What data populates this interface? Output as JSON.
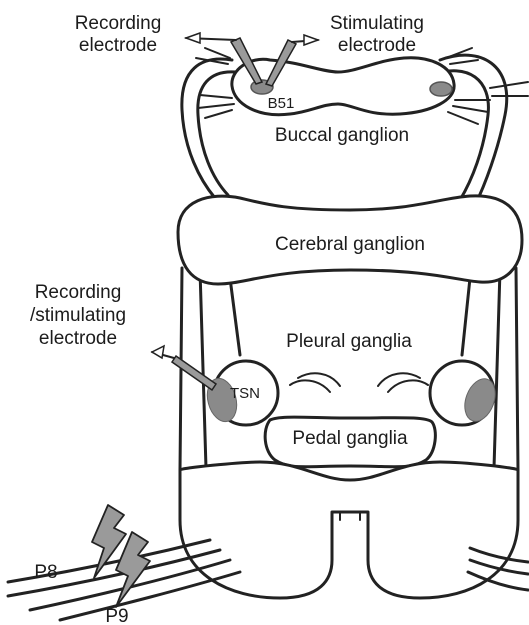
{
  "labels": {
    "recording_electrode_line1": "Recording",
    "recording_electrode_line2": "electrode",
    "stimulating_electrode_line1": "Stimulating",
    "stimulating_electrode_line2": "electrode",
    "b51": "B51",
    "buccal_ganglion": "Buccal ganglion",
    "cerebral_ganglion": "Cerebral ganglion",
    "rec_stim_line1": "Recording",
    "rec_stim_line2": "/stimulating",
    "rec_stim_line3": "electrode",
    "pleural_ganglia": "Pleural ganglia",
    "tsn": "TSN",
    "pedal_ganglia": "Pedal ganglia",
    "p8": "P8",
    "p9": "P9"
  },
  "colors": {
    "neuron_fill": "#8a8a8a",
    "electrode_fill": "#9a9a9a",
    "outline": "#222222"
  }
}
